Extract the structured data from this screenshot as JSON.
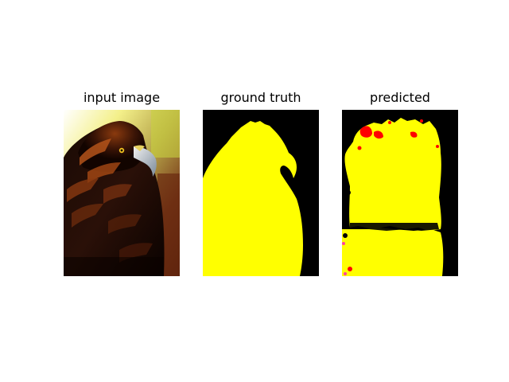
{
  "panels": [
    {
      "title": "input image"
    },
    {
      "title": "ground truth"
    },
    {
      "title": "predicted"
    }
  ],
  "colors": {
    "background": "#000000",
    "mask": "#ffff00",
    "error": "#ff0000",
    "error_edge": "#ff40a0"
  }
}
